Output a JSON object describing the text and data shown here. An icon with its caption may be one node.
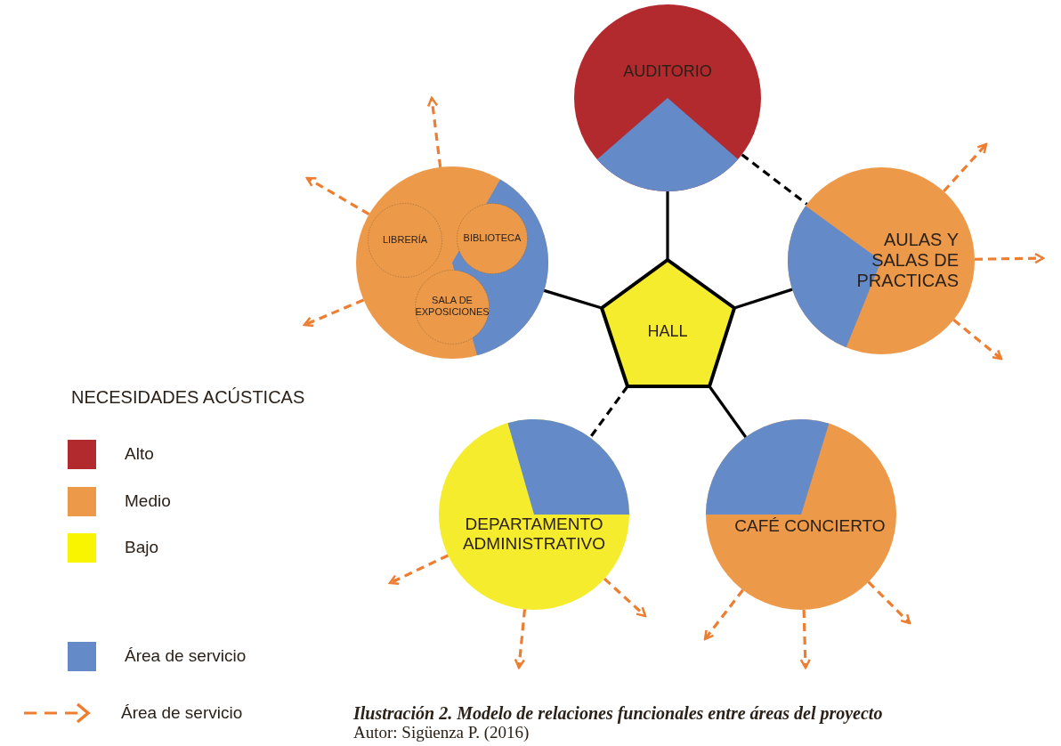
{
  "diagram": {
    "caption": "Ilustración 2. Modelo de relaciones funcionales entre áreas del proyecto",
    "nodes": [
      {
        "text": [
          "AUDITORIO"
        ]
      },
      {
        "text": [],
        "shape": "circle"
      },
      {
        "text": [
          "LIBRERÍA"
        ],
        "in": 1
      },
      {
        "text": [
          "BIBLIOTECA"
        ],
        "in": 1
      },
      {
        "text": [
          "SALA DE EXPOSICIONES"
        ],
        "in": 1
      },
      {
        "text": [
          "AULAS Y SALAS DE PRACTICAS"
        ]
      },
      {
        "text": [
          "HALL"
        ]
      },
      {
        "text": [
          "DEPARTAMENTO ADMINISTRATIVO"
        ]
      },
      {
        "text": [
          "CAFÉ CONCIERTO"
        ]
      }
    ],
    "edges": [
      {
        "from": 6,
        "to": 0,
        "arrow": "none",
        "color": "#000000"
      },
      {
        "from": 6,
        "to": 1,
        "arrow": "none",
        "color": "#000000"
      },
      {
        "from": 6,
        "to": 5,
        "arrow": "none",
        "color": "#000000"
      },
      {
        "from": 6,
        "to": 8,
        "arrow": "none",
        "color": "#000000"
      },
      {
        "from": 6,
        "to": 7,
        "arrow": "none",
        "style": "dashed",
        "color": "#000000"
      },
      {
        "from": 0,
        "to": 5,
        "arrow": "none",
        "style": "dashed",
        "color": "#000000"
      },
      {
        "from": 1,
        "to": null,
        "arrow": "to",
        "style": "dashed",
        "color": "#ed7d31"
      },
      {
        "from": 1,
        "to": null,
        "arrow": "to",
        "style": "dashed",
        "color": "#ed7d31"
      },
      {
        "from": 1,
        "to": null,
        "arrow": "to",
        "style": "dashed",
        "color": "#ed7d31"
      },
      {
        "from": 5,
        "to": null,
        "arrow": "to",
        "style": "dashed",
        "color": "#ed7d31"
      },
      {
        "from": 5,
        "to": null,
        "arrow": "to",
        "style": "dashed",
        "color": "#ed7d31"
      },
      {
        "from": 5,
        "to": null,
        "arrow": "to",
        "style": "dashed",
        "color": "#ed7d31"
      },
      {
        "from": 7,
        "to": null,
        "arrow": "to",
        "style": "dashed",
        "color": "#ed7d31"
      },
      {
        "from": 7,
        "to": null,
        "arrow": "to",
        "style": "dashed",
        "color": "#ed7d31"
      },
      {
        "from": 7,
        "to": null,
        "arrow": "to",
        "style": "dashed",
        "color": "#ed7d31"
      },
      {
        "from": 8,
        "to": null,
        "arrow": "to",
        "style": "dashed",
        "color": "#ed7d31"
      },
      {
        "from": 8,
        "to": null,
        "arrow": "to",
        "style": "dashed",
        "color": "#ed7d31"
      },
      {
        "from": 8,
        "to": null,
        "arrow": "to",
        "style": "dashed",
        "color": "#ed7d31"
      }
    ],
    "labels": [
      "NECESIDADES ACÚSTICAS",
      "Autor: Sigüenza P. (2016)"
    ],
    "legend": [
      {
        "text": "Alto",
        "color": "#b22a2e"
      },
      {
        "text": "Medio",
        "color": "#ec9a4a"
      },
      {
        "text": "Bajo",
        "color": "#f9f500"
      },
      {
        "text": "Área de servicio",
        "color": "#648bc8"
      },
      {
        "text": "Área de servicio"
      }
    ]
  }
}
